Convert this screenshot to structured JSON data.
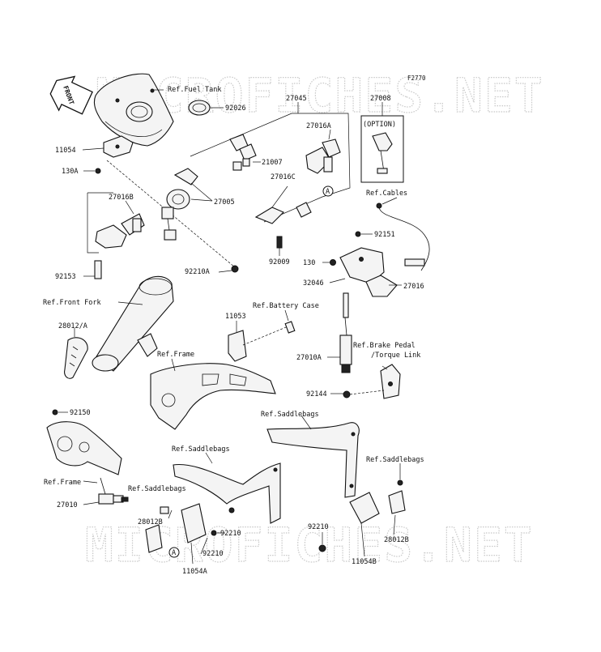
{
  "figure_code": "F2770",
  "watermark": "MICROFICHES.NET",
  "front_tag": "FRONT",
  "option_label": "(OPTION)",
  "circle_marker": "A",
  "labels": {
    "ref_fuel_tank": "Ref.Fuel Tank",
    "p92026": "92026",
    "p27045": "27045",
    "p27008": "27008",
    "p27016A": "27016A",
    "p11054": "11054",
    "p21007": "21007",
    "p130A": "130A",
    "p27016C": "27016C",
    "p27005": "27005",
    "p27016B": "27016B",
    "ref_cables": "Ref.Cables",
    "p92151": "92151",
    "p92009": "92009",
    "p92153": "92153",
    "p92210A": "92210A",
    "p130": "130",
    "p32046": "32046",
    "p27016": "27016",
    "ref_front_fork": "Ref.Front Fork",
    "ref_battery_case": "Ref.Battery Case",
    "p11053": "11053",
    "p28012A": "28012/A",
    "ref_frame_1": "Ref.Frame",
    "p27010A": "27010A",
    "ref_brake_pedal": "Ref.Brake Pedal",
    "torque_link": "/Torque Link",
    "p92144": "92144",
    "ref_saddlebags_1": "Ref.Saddlebags",
    "p92150": "92150",
    "ref_saddlebags_2": "Ref.Saddlebags",
    "ref_saddlebags_3": "Ref.Saddlebags",
    "ref_frame_2": "Ref.Frame",
    "ref_saddlebags_4": "Ref.Saddlebags",
    "p27010": "27010",
    "p28012B_left": "28012B",
    "p92210_a": "92210",
    "p92210_b": "92210",
    "p92210_c": "92210",
    "p28012B_right": "28012B",
    "p11054A": "11054A",
    "p11054B": "11054B"
  }
}
